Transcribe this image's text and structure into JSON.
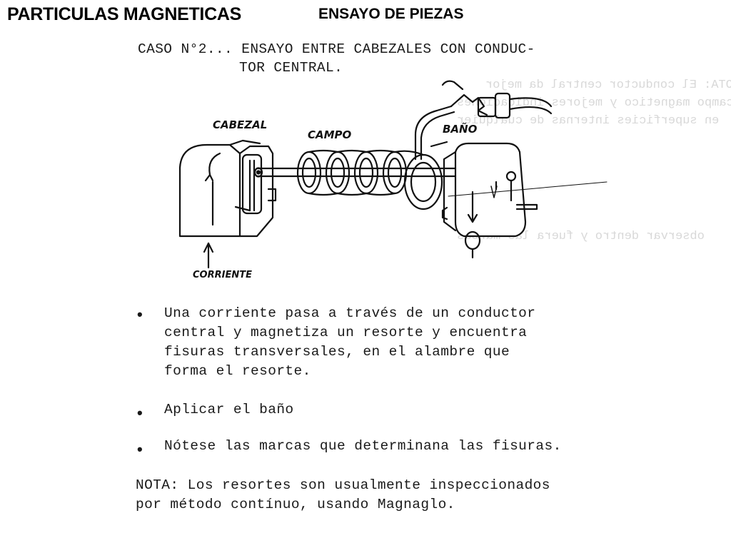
{
  "header": {
    "title": "PARTICULAS MAGNETICAS",
    "subtitle": "ENSAYO DE PIEZAS"
  },
  "case": {
    "line1": "CASO N°2... ENSAYO ENTRE CABEZALES CON CONDUC-",
    "line2": "TOR CENTRAL."
  },
  "diagram": {
    "labels": {
      "head": "CABEZAL",
      "field": "CAMPO",
      "bath": "BAÑO",
      "current": "CORRIENTE"
    }
  },
  "bullets": [
    {
      "lines": [
        "Una corriente pasa a través de un conductor",
        "central y magnetiza un resorte y encuentra",
        "fisuras transversales, en el alambre que",
        "forma el resorte."
      ]
    },
    {
      "lines": [
        "Aplicar el baño"
      ]
    },
    {
      "lines": [
        "Nótese las marcas que determinana las fisuras."
      ]
    }
  ],
  "note": {
    "line1": "NOTA: Los resortes son usualmente inspeccionados",
    "line2": "por método contínuo, usando Magnaglo."
  },
  "colors": {
    "ink": "#1a1a1a",
    "bleed": "#b9b9b9"
  }
}
